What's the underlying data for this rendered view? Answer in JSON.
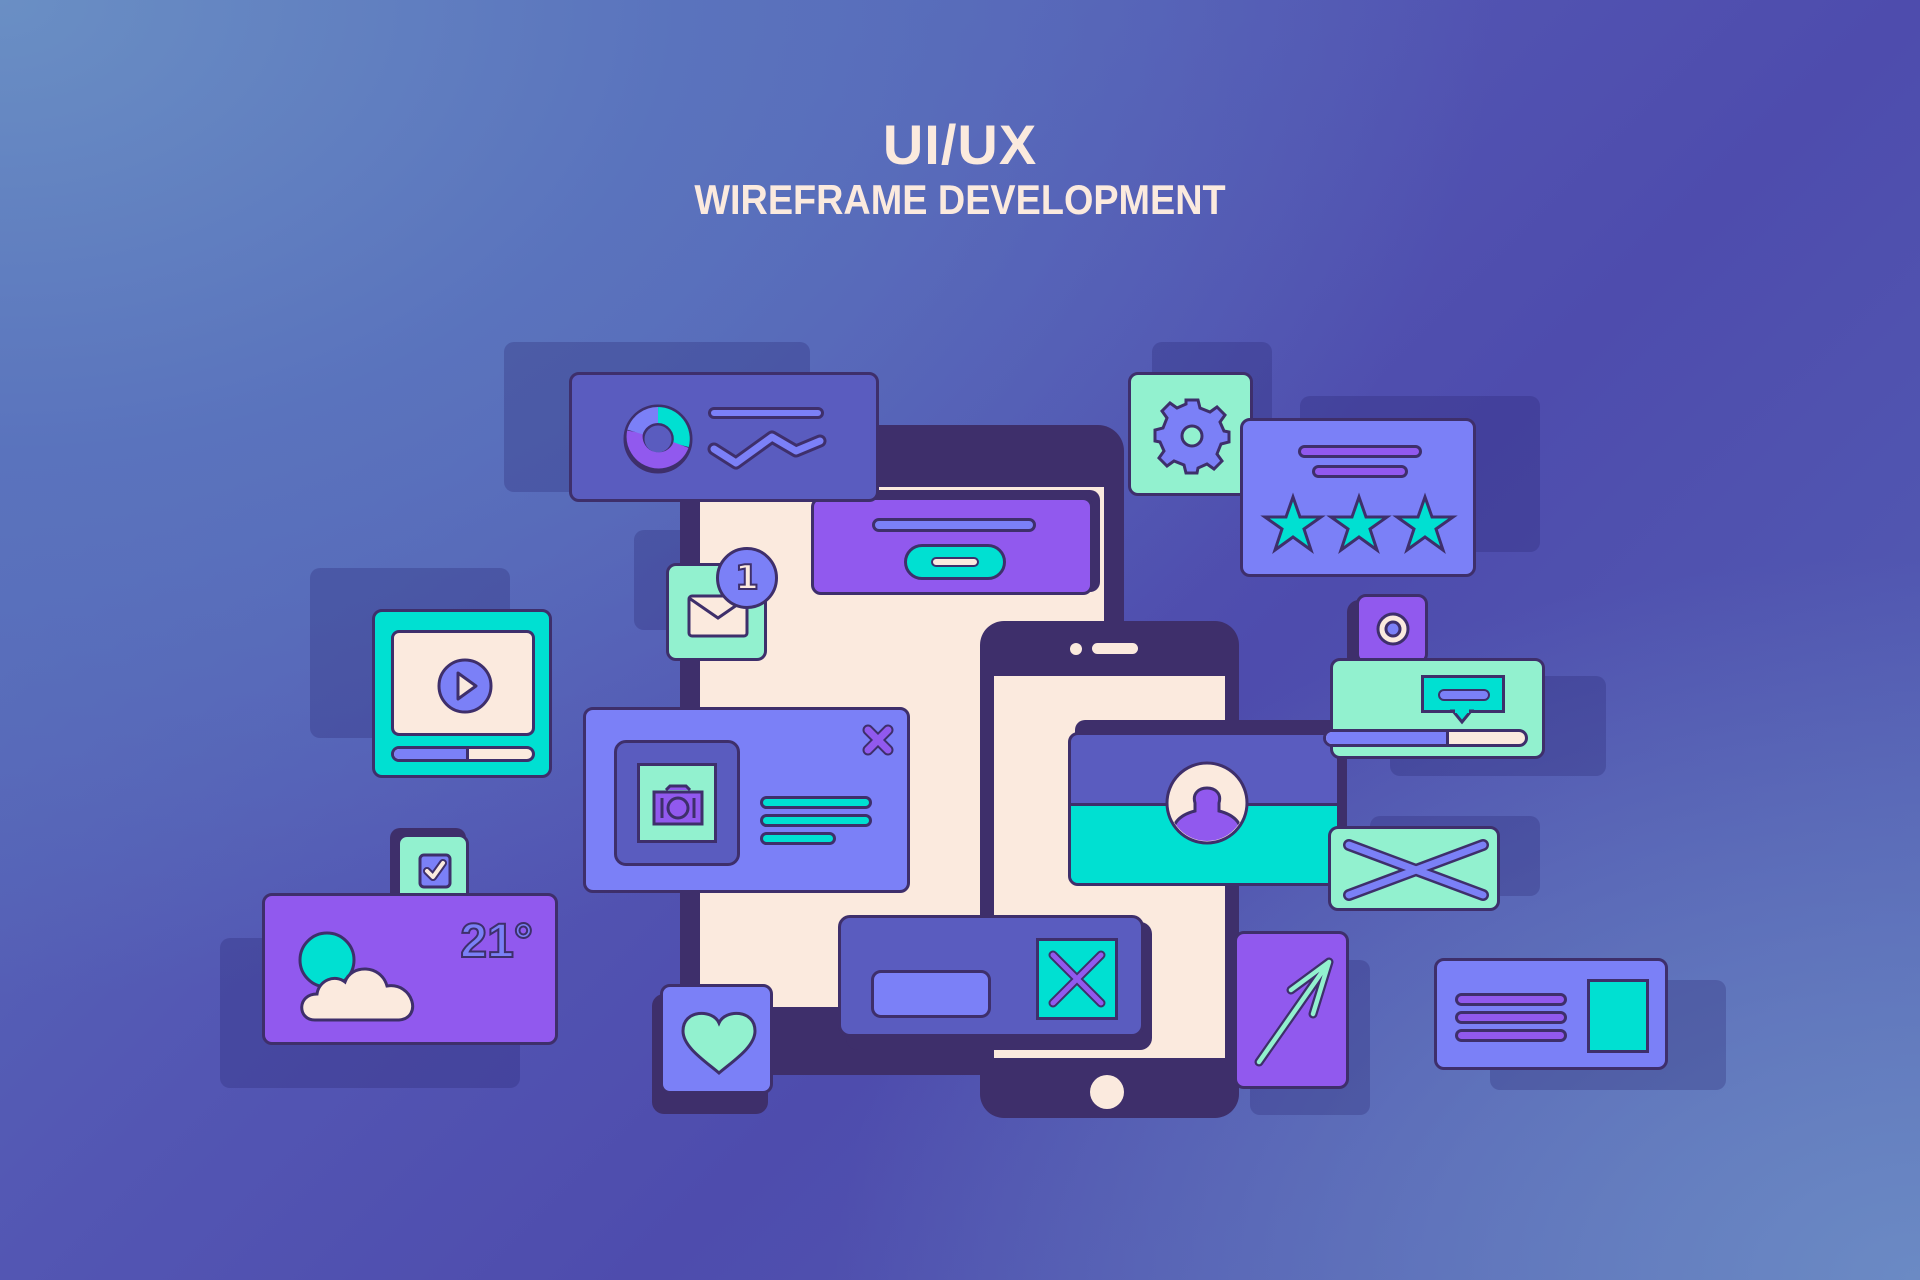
{
  "header": {
    "title": "UI/UX",
    "subtitle": "WIREFRAME DEVELOPMENT"
  },
  "widgets": {
    "notification_badge": "1",
    "weather_temp": "21°",
    "rating_stars": 3,
    "icons": [
      "donut-chart-icon",
      "line-chart-icon",
      "gear-icon",
      "star-icon",
      "mail-icon",
      "play-icon",
      "camera-icon",
      "close-icon",
      "user-icon",
      "record-icon",
      "checkbox-icon",
      "weather-icon",
      "heart-icon",
      "arrow-icon",
      "image-placeholder-icon"
    ]
  },
  "colors": {
    "background": "#5356b3",
    "outline": "#3e2f6b",
    "cream": "#fbeade",
    "periwinkle": "#7b80f7",
    "purple": "#9159ee",
    "teal": "#00e0d2",
    "mint": "#92f1cf",
    "card_dark": "#5a5cbf"
  }
}
